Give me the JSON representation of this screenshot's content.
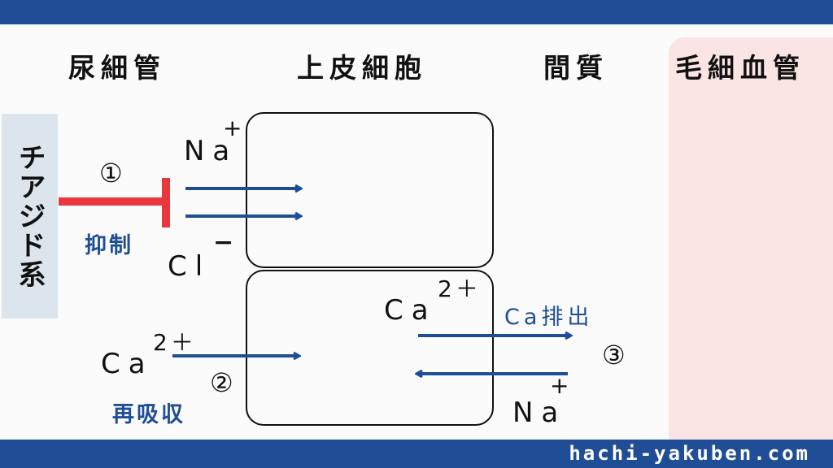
{
  "headers": {
    "tubule": "尿細管",
    "epithelial_cell": "上皮細胞",
    "interstitium": "間質",
    "capillary": "毛細血管"
  },
  "drug": "チアジド系",
  "markers": {
    "one": "①",
    "two": "②",
    "three": "③"
  },
  "labels": {
    "inhibition": "抑制",
    "reabsorption": "再吸収",
    "ca_excretion": "Ca排出"
  },
  "ions": {
    "na_top": {
      "symbol": "Na",
      "charge": "+"
    },
    "cl": {
      "symbol": "Cl",
      "charge": "−"
    },
    "ca_left": {
      "symbol": "Ca",
      "charge": "2＋"
    },
    "ca_right": {
      "symbol": "Ca",
      "charge": "2＋"
    },
    "na_bottom": {
      "symbol": "Na",
      "charge": "+"
    }
  },
  "footer": {
    "url": "hachi-yakuben.com"
  },
  "colors": {
    "brand_blue": "#1f4e96",
    "inhibit_red": "#e8383d",
    "capillary_pink": "#fbe4e4",
    "drug_box": "#dce4ee"
  }
}
